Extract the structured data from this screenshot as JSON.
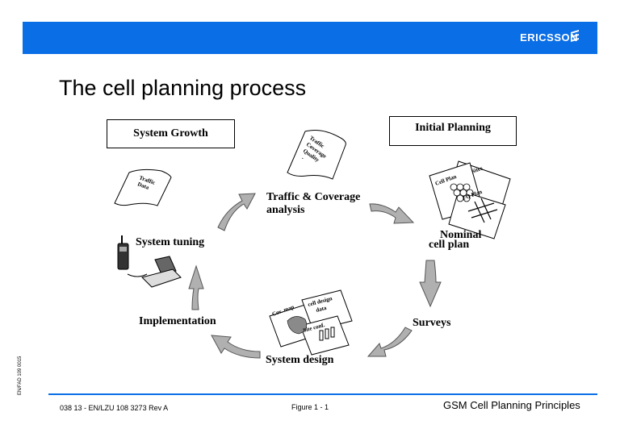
{
  "header": {
    "brand": "ERICSSON"
  },
  "slide": {
    "title": "The cell planning process",
    "boxes": {
      "system_growth": "System Growth",
      "initial_planning": "Initial Planning"
    },
    "steps": {
      "traffic_coverage_line1": "Traffic & Coverage",
      "traffic_coverage_line2": "analysis",
      "nominal_line1": "Nominal",
      "nominal_line2": "cell plan",
      "surveys": "Surveys",
      "system_design": "System design",
      "implementation": "Implementation",
      "system_tuning": "System tuning"
    },
    "documents": {
      "traffic_data": [
        "Traffic",
        "Data"
      ],
      "traffic_coverage_quality": [
        "Traffic",
        "Coverage",
        "Quality",
        "."
      ],
      "cell_plan": "Cell Plan",
      "sites": "Sites",
      "fq_plan": "FQ Plan",
      "cov_map": "Cov. map",
      "cell_design_data": [
        "cell design",
        "data"
      ],
      "site_conf": "Site conf."
    }
  },
  "footer": {
    "doc_number": "038 13 - EN/LZU 108 3273 Rev A",
    "figure": "Figure 1 - 1",
    "course_title": "GSM Cell Planning Principles",
    "side_code": "EN/FAD 109 0015"
  },
  "colors": {
    "banner": "#0a6ee6",
    "arrow_fill": "#b0b0b0"
  }
}
